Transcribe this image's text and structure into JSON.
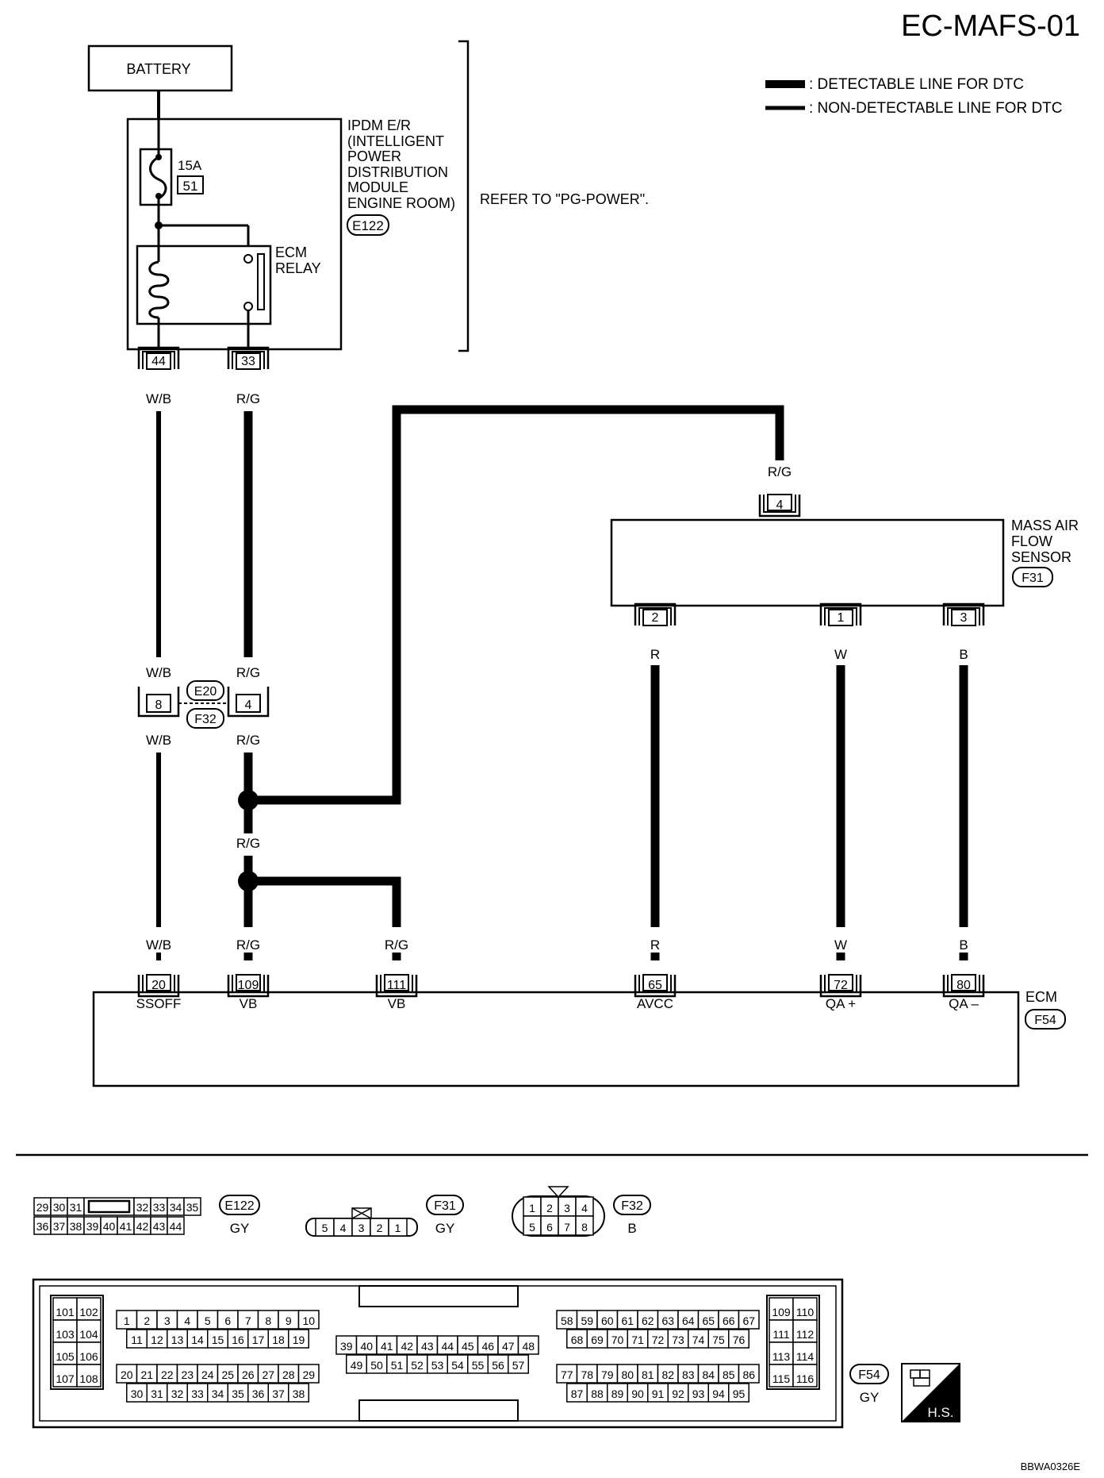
{
  "title": "EC-MAFS-01",
  "legend": {
    "detectable": ": DETECTABLE LINE FOR DTC",
    "non_detectable": ": NON-DETECTABLE LINE FOR DTC"
  },
  "battery": "BATTERY",
  "ipdm": {
    "lines": [
      "IPDM E/R",
      "(INTELLIGENT",
      "POWER",
      "DISTRIBUTION",
      "MODULE",
      "ENGINE ROOM)"
    ],
    "connector": "E122",
    "fuse_rating": "15A",
    "fuse_number": "51",
    "relay_lines": [
      "ECM",
      "RELAY"
    ],
    "refer": "REFER TO \"PG-POWER\".",
    "pins": [
      "44",
      "33"
    ]
  },
  "wires": {
    "wb": "W/B",
    "rg": "R/G",
    "r": "R",
    "w": "W",
    "b": "B"
  },
  "joint": {
    "pins": [
      "8",
      "4"
    ],
    "connectors": [
      "E20",
      "F32"
    ]
  },
  "maf": {
    "lines": [
      "MASS AIR",
      "FLOW",
      "SENSOR"
    ],
    "connector": "F31",
    "pins": [
      "4",
      "2",
      "1",
      "3"
    ]
  },
  "ecm": {
    "label": "ECM",
    "connector": "F54",
    "terminals": [
      {
        "pin": "20",
        "name": "SSOFF"
      },
      {
        "pin": "109",
        "name": "VB"
      },
      {
        "pin": "111",
        "name": "VB"
      },
      {
        "pin": "65",
        "name": "AVCC"
      },
      {
        "pin": "72",
        "name": "QA +"
      },
      {
        "pin": "80",
        "name": "QA –"
      }
    ]
  },
  "connector_views": {
    "e122": {
      "id": "E122",
      "color": "GY",
      "row1": [
        "29",
        "30",
        "31",
        "",
        "32",
        "33",
        "34",
        "35"
      ],
      "row2": [
        "36",
        "37",
        "38",
        "39",
        "40",
        "41",
        "42",
        "43",
        "44"
      ]
    },
    "f31": {
      "id": "F31",
      "color": "GY",
      "pins": [
        "5",
        "4",
        "3",
        "2",
        "1"
      ]
    },
    "f32": {
      "id": "F32",
      "color": "B",
      "row1": [
        "1",
        "2",
        "3",
        "4"
      ],
      "row2": [
        "5",
        "6",
        "7",
        "8"
      ]
    },
    "f54": {
      "id": "F54",
      "color": "GY",
      "col1": [
        "101",
        "102",
        "103",
        "104",
        "105",
        "106",
        "107",
        "108"
      ],
      "g1r1": [
        "1",
        "2",
        "3",
        "4",
        "5",
        "6",
        "7",
        "8",
        "9",
        "10"
      ],
      "g1r2": [
        "11",
        "12",
        "13",
        "14",
        "15",
        "16",
        "17",
        "18",
        "19"
      ],
      "g1r3": [
        "20",
        "21",
        "22",
        "23",
        "24",
        "25",
        "26",
        "27",
        "28",
        "29"
      ],
      "g1r4": [
        "30",
        "31",
        "32",
        "33",
        "34",
        "35",
        "36",
        "37",
        "38"
      ],
      "g2r1": [
        "39",
        "40",
        "41",
        "42",
        "43",
        "44",
        "45",
        "46",
        "47",
        "48"
      ],
      "g2r2": [
        "49",
        "50",
        "51",
        "52",
        "53",
        "54",
        "55",
        "56",
        "57"
      ],
      "g3r1": [
        "58",
        "59",
        "60",
        "61",
        "62",
        "63",
        "64",
        "65",
        "66",
        "67"
      ],
      "g3r2": [
        "68",
        "69",
        "70",
        "71",
        "72",
        "73",
        "74",
        "75",
        "76"
      ],
      "g3r3": [
        "77",
        "78",
        "79",
        "80",
        "81",
        "82",
        "83",
        "84",
        "85",
        "86"
      ],
      "g3r4": [
        "87",
        "88",
        "89",
        "90",
        "91",
        "92",
        "93",
        "94",
        "95"
      ],
      "col2": [
        "109",
        "110",
        "111",
        "112",
        "113",
        "114",
        "115",
        "116"
      ]
    },
    "hs": "H.S."
  },
  "figure_code": "BBWA0326E"
}
